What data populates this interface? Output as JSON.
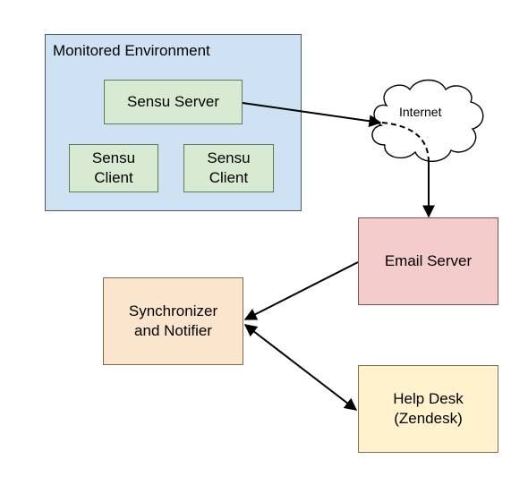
{
  "environment": {
    "label": "Monitored Environment"
  },
  "nodes": {
    "sensu_server": "Sensu Server",
    "sensu_client_1": "Sensu\nClient",
    "sensu_client_2": "Sensu\nClient",
    "internet": "Internet",
    "email_server": "Email Server",
    "synchronizer": "Synchronizer\nand Notifier",
    "help_desk": "Help Desk\n(Zendesk)"
  },
  "colors": {
    "environment": "#cfe2f3",
    "sensu": "#d9ead3",
    "email_server": "#f4cccc",
    "synchronizer": "#fce5cd",
    "help_desk": "#fff2cc"
  }
}
